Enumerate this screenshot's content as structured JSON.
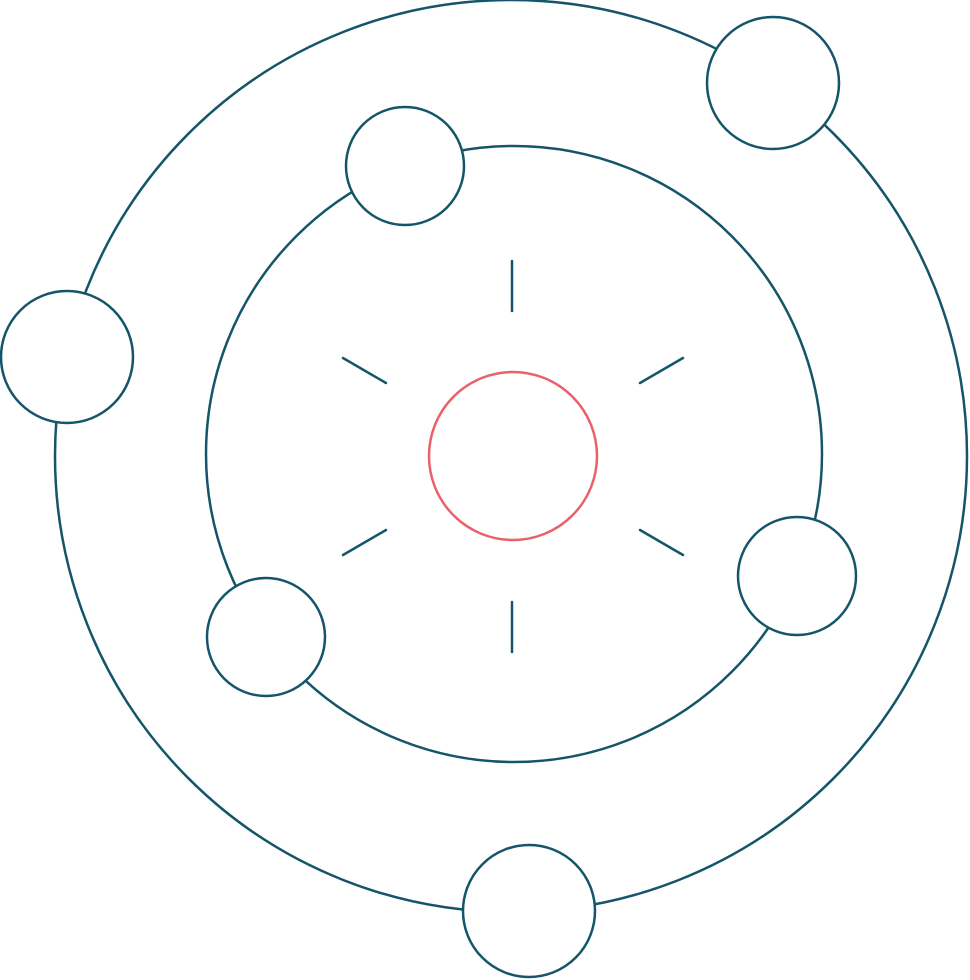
{
  "icon": {
    "name": "solar-system-orbit-icon",
    "description_text": "",
    "colors": {
      "line": "#14556a",
      "sun": "#e8616b",
      "background": "#ffffff"
    },
    "counts": {
      "orbits": 2,
      "planets": 6,
      "sun_rays": 6
    }
  }
}
